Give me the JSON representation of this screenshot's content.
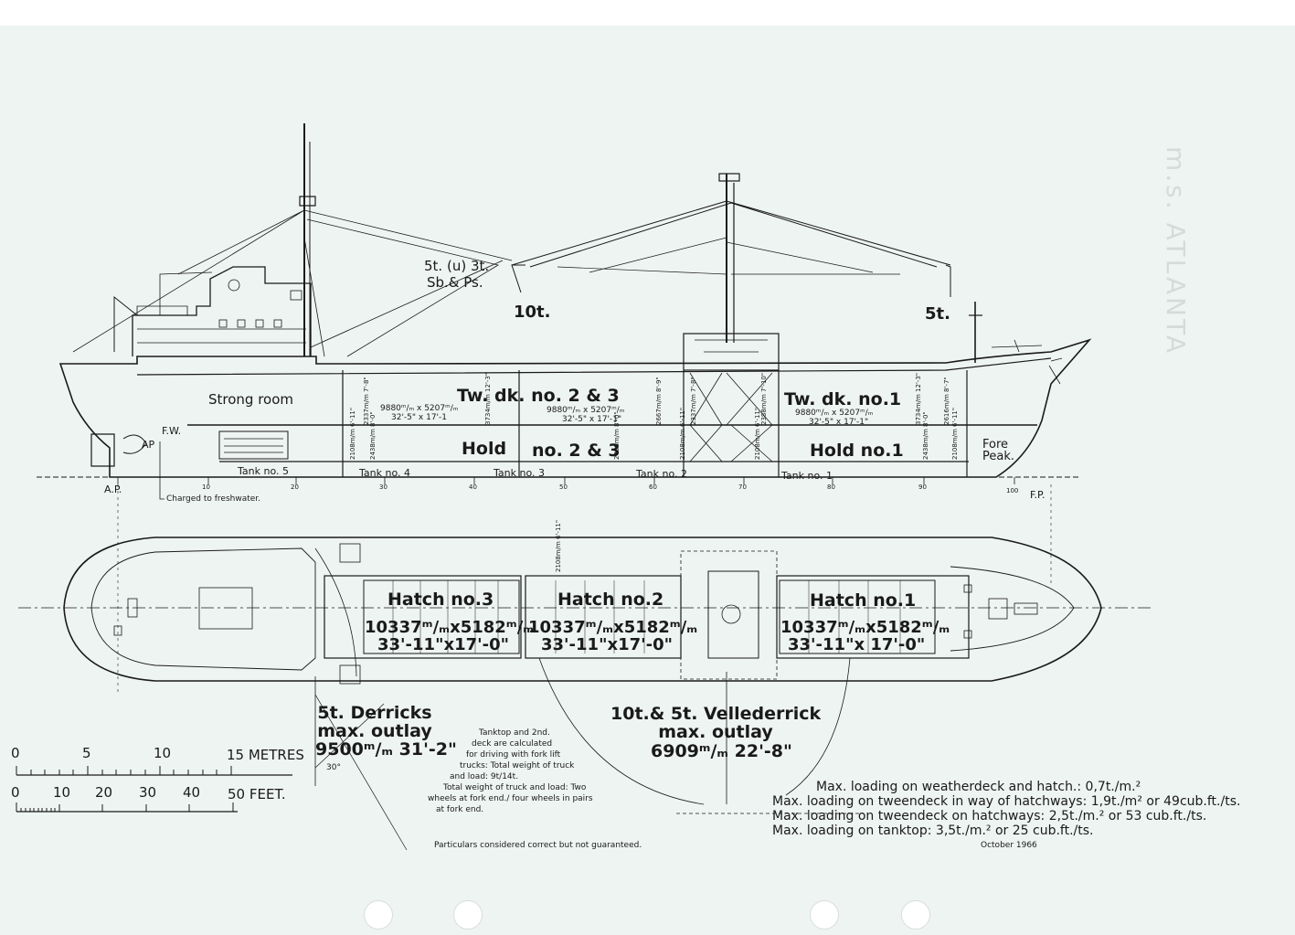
{
  "stamp": "m.s. ATLANTA",
  "profile": {
    "derricks_aft": "5t. (u) 3t.",
    "derricks_aft_2": "Sb.& Ps.",
    "derrick_10t": "10t.",
    "derrick_5t": "5t.",
    "strong_room": "Strong room",
    "fw": "F.W.",
    "ap_marker": "AP",
    "tweendeck_23": "Tw. dk. no. 2 & 3",
    "tweendeck_1": "Tw. dk. no.1",
    "tw23_dim_metric": "9880ᵐ/ₘ x 5207ᵐ/ₘ",
    "tw23_dim_imperial": "32'-5\" x 17'-1",
    "tw23b_dim_metric": "9880ᵐ/ₘ x 5207ᵐ/ₘ",
    "tw23b_dim_imperial": "32'-5\" x 17'-1\"",
    "tw1_dim_metric": "9880ᵐ/ₘ x 5207ᵐ/ₘ",
    "tw1_dim_imperial": "32'-5\" x 17'-1\"",
    "hold_23_a": "Hold",
    "hold_23_b": "no. 2 & 3",
    "hold_1": "Hold no.1",
    "fore_peak": "Fore Peak.",
    "tanks": [
      "Tank no. 5",
      "Tank no. 4",
      "Tank no. 3",
      "Tank no. 2",
      "Tank no. 1"
    ],
    "ap": "A.P.",
    "fp": "F.P.",
    "frames": [
      "10",
      "20",
      "30",
      "40",
      "50",
      "60",
      "70",
      "80",
      "90",
      "100"
    ],
    "freshwater_note": "Charged to freshwater.",
    "heights": [
      "2337m/m 7'-8\"",
      "3734m/m 12'-3\"",
      "2667m/m 8'-9\"",
      "2337m/m 7'-8\"",
      "2388m/m 7'-10\"",
      "3734m/m 12'-3\"",
      "2616m/m 8'-7\"",
      "2108m/m 6'-11\"",
      "2438m/m 8'-0\"",
      "2438m/m 8'-0\"",
      "2108m/m 6'-11\"",
      "2108m/m 6'-11\"",
      "2438m/m 8'-0\"",
      "2108m/m 6'-11\""
    ]
  },
  "plan": {
    "hatches": [
      {
        "name": "Hatch no.3",
        "metric": "10337ᵐ/ₘx5182ᵐ/ₘ",
        "imperial": "33'-11\"x17'-0\""
      },
      {
        "name": "Hatch no.2",
        "metric": "10337ᵐ/ₘx5182ᵐ/ₘ",
        "imperial": "33'-11\"x17'-0\""
      },
      {
        "name": "Hatch no.1",
        "metric": "10337ᵐ/ₘx5182ᵐ/ₘ",
        "imperial": "33'-11\"x 17'-0\""
      }
    ],
    "gap_dim": "2108m/m 6'-11\"",
    "derricks_5t": [
      "5t. Derricks",
      "max. outlay",
      "9500ᵐ/ₘ 31'-2\""
    ],
    "vellederrick": [
      "10t.& 5t. Vellederrick",
      "max. outlay",
      "6909ᵐ/ₘ   22'-8\""
    ],
    "angle": "30°"
  },
  "scale": {
    "metres": [
      "0",
      "5",
      "10",
      "15 METRES"
    ],
    "feet": [
      "0",
      "10",
      "20",
      "30",
      "40",
      "50 FEET."
    ]
  },
  "notes": {
    "tanktop": [
      "Tanktop and 2nd.",
      "deck are calculated",
      "for driving with fork lift",
      "trucks: Total weight of truck",
      "and load: 9t/14t.",
      "Total weight of truck and load: Two",
      "wheels at fork end./ four wheels in pairs",
      "at fork end."
    ],
    "loadings": [
      "Max. loading on weatherdeck and hatch.: 0,7t./m.²",
      "Max. loading on tweendeck in way of hatchways: 1,9t./m² or 49cub.ft./ts.",
      "Max. loading on tweendeck on hatchways: 2,5t./m.² or 53 cub.ft./ts.",
      "Max. loading on tanktop: 3,5t./m.² or 25 cub.ft./ts."
    ],
    "particulars": "Particulars considered correct but not guaranteed.",
    "date": "October 1966"
  }
}
